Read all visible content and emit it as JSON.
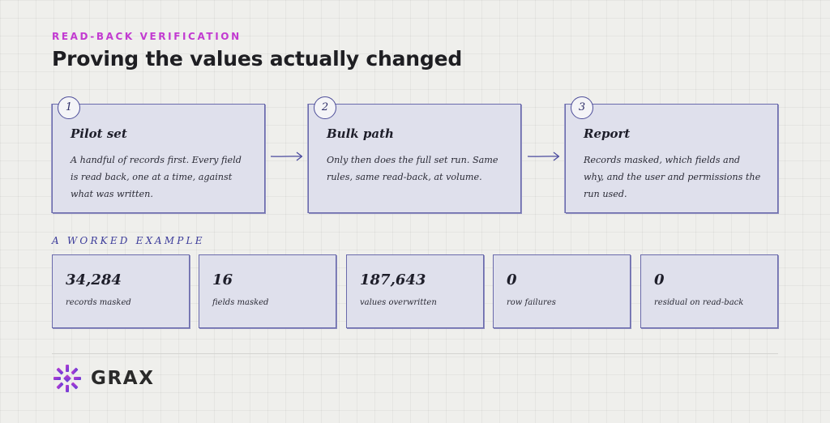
{
  "header": {
    "eyebrow": "READ-BACK VERIFICATION",
    "title": "Proving the values actually changed"
  },
  "steps": [
    {
      "number": "1",
      "title": "Pilot set",
      "body": "A handful of records first. Every field is read back, one at a time, against what was written."
    },
    {
      "number": "2",
      "title": "Bulk path",
      "body": "Only then does the full set run. Same rules, same read-back, at volume."
    },
    {
      "number": "3",
      "title": "Report",
      "body": "Records masked, which fields and why, and the user and permissions the run used."
    }
  ],
  "worked_example": {
    "label": "A WORKED EXAMPLE",
    "stats": [
      {
        "value": "34,284",
        "label": "records masked"
      },
      {
        "value": "16",
        "label": "fields masked"
      },
      {
        "value": "187,643",
        "label": "values overwritten"
      },
      {
        "value": "0",
        "label": "row failures"
      },
      {
        "value": "0",
        "label": "residual on read-back"
      }
    ]
  },
  "brand": {
    "logo_text": "GRAX",
    "logo_icon": "grax-logo-icon",
    "accent_color": "#c23ad1",
    "ink_color": "#3c3c9a",
    "card_fill": "#dfe0ec"
  }
}
